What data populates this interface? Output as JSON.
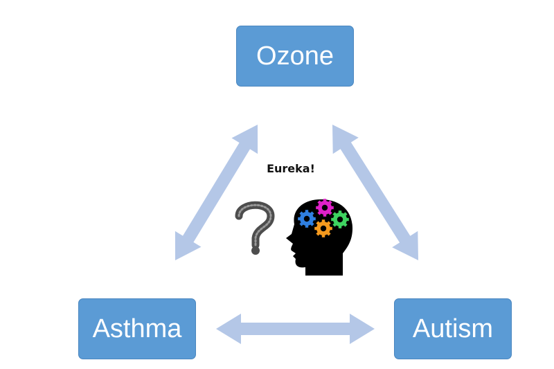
{
  "nodes": {
    "ozone": "Ozone",
    "asthma": "Asthma",
    "autism": "Autism"
  },
  "center": {
    "label": "Eureka!"
  },
  "colors": {
    "node_fill": "#5b9bd5",
    "node_border": "#4a86bf",
    "arrow": "#b4c7e7",
    "gear_magenta": "#e020c8",
    "gear_blue": "#2f7fe0",
    "gear_green": "#3ed460",
    "gear_orange": "#f59a1e"
  },
  "icons": {
    "question_mark": "question-mark-icon",
    "head": "head-with-gears-icon"
  }
}
